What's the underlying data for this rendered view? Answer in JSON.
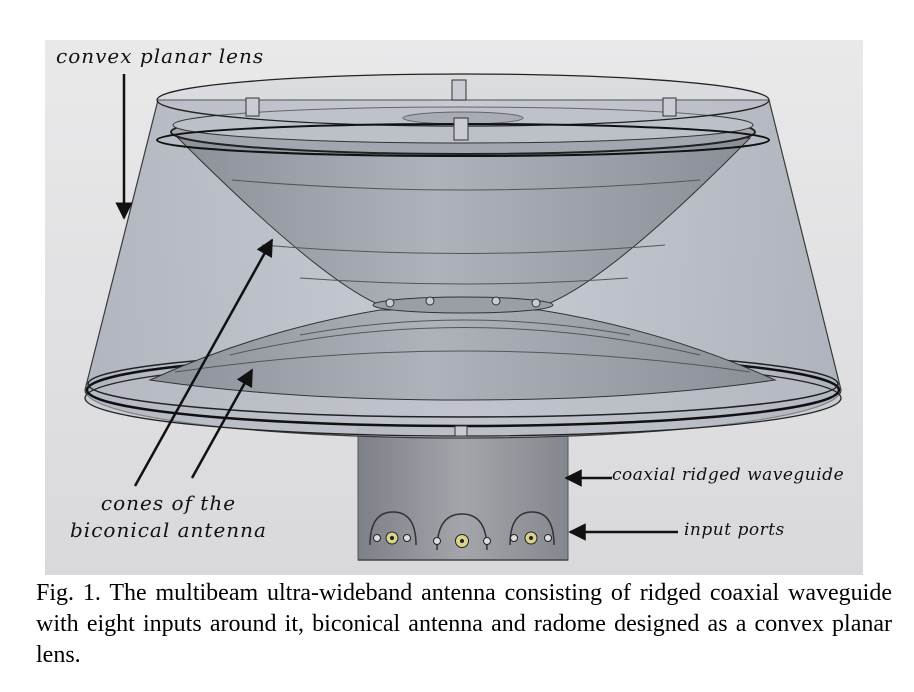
{
  "labels": {
    "lens": "convex planar lens",
    "cones_line1": "cones of the",
    "cones_line2": "biconical antenna",
    "waveguide": "coaxial ridged waveguide",
    "ports": "input ports"
  },
  "caption": "Fig. 1. The multibeam ultra-wideband antenna consisting of ridged coaxial waveguide with eight inputs around it, biconical antenna and radome designed as a convex planar lens."
}
